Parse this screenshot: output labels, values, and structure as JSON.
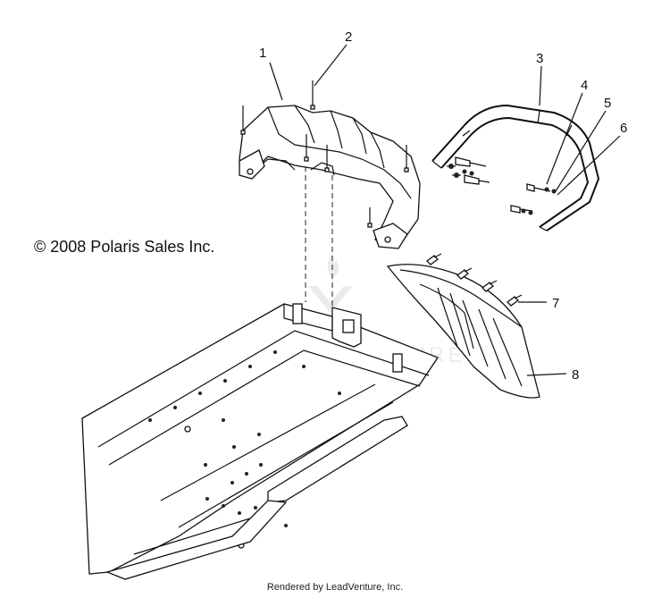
{
  "copyright": "© 2008 Polaris Sales Inc.",
  "footer": "Rendered by LeadVenture, Inc.",
  "watermark": "LEADVENTURE",
  "callouts": [
    {
      "id": "1",
      "label": "1"
    },
    {
      "id": "2",
      "label": "2"
    },
    {
      "id": "3",
      "label": "3"
    },
    {
      "id": "4",
      "label": "4"
    },
    {
      "id": "5",
      "label": "5"
    },
    {
      "id": "6",
      "label": "6"
    },
    {
      "id": "7",
      "label": "7"
    },
    {
      "id": "8",
      "label": "8"
    }
  ]
}
